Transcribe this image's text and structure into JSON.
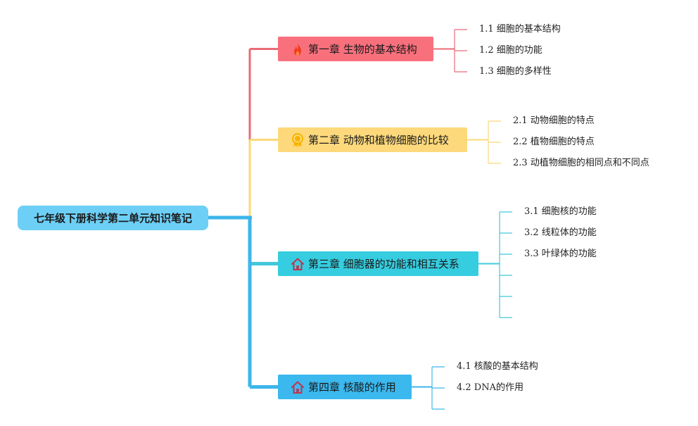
{
  "root": {
    "label": "七年级下册科学第二单元知识笔记",
    "color": "#6dcff6"
  },
  "chapters": [
    {
      "label": "第一章 生物的基本结构",
      "icon": "fire-icon",
      "color": "#f9707d",
      "line_color": "#e96b77",
      "items": [
        "1.1 细胞的基本结构",
        "1.2 细胞的功能",
        "1.3 细胞的多样性"
      ],
      "empty_slots": 0
    },
    {
      "label": "第二章 动物和植物细胞的比较",
      "icon": "award-icon",
      "color": "#fdd97c",
      "line_color": "#fbd878",
      "items": [
        "2.1 动物细胞的特点",
        "2.2 植物细胞的特点",
        "2.3 动植物细胞的相同点和不同点"
      ],
      "empty_slots": 0
    },
    {
      "label": "第三章 细胞器的功能和相互关系",
      "icon": "house-icon",
      "color": "#36cde0",
      "line_color": "#42c8dc",
      "items": [
        "3.1 细胞核的功能",
        "3.2 线粒体的功能",
        "3.3 叶绿体的功能"
      ],
      "empty_slots": 3
    },
    {
      "label": "第四章 核酸的作用",
      "icon": "house-icon",
      "color": "#3bb8ee",
      "line_color": "#3db6ea",
      "items": [
        "4.1 核酸的基本结构",
        "4.2 DNA的作用"
      ],
      "empty_slots": 1
    }
  ]
}
